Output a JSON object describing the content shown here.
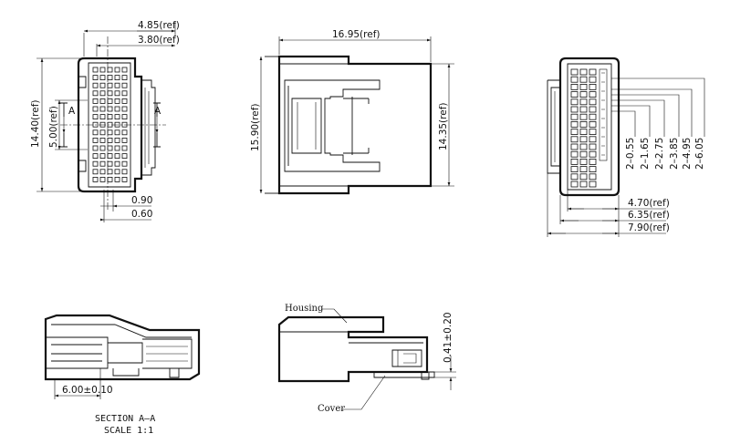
{
  "front_view": {
    "dims": {
      "w_485": "4.85(ref)",
      "w_380": "3.80(ref)",
      "h_1440": "14.40(ref)",
      "h_500": "5.00(ref)",
      "d_090": "0.90",
      "d_060": "0.60"
    },
    "section_mark_left": "A",
    "section_mark_right": "A"
  },
  "side_view": {
    "dims": {
      "w_1695": "16.95(ref)",
      "h_1590": "15.90(ref)",
      "h_1435": "14.35(ref)"
    }
  },
  "pin_view": {
    "pitches": [
      "2–0.55",
      "2–1.65",
      "2–2.75",
      "2–3.85",
      "2–4.95",
      "2–6.05"
    ],
    "widths": [
      "4.70(ref)",
      "6.35(ref)",
      "7.90(ref)"
    ]
  },
  "section_view": {
    "dim": "6.00±0.10",
    "caption_line1": "SECTION  A–A",
    "caption_line2": "SCALE  1:1"
  },
  "assembly_view": {
    "housing_label": "Housing",
    "cover_label": "Cover",
    "dim": "0.41±0.20"
  }
}
